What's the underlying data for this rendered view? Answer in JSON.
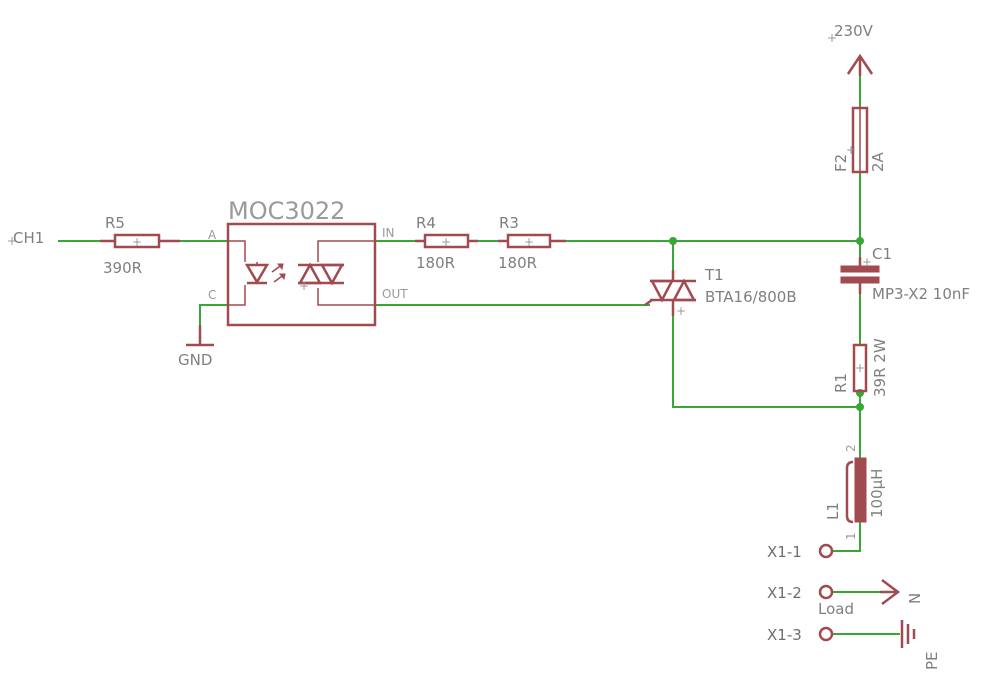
{
  "supply": {
    "label": "230V"
  },
  "input": {
    "label": "CH1"
  },
  "ground": {
    "label": "GND"
  },
  "opto": {
    "name": "MOC3022",
    "pin_a": "A",
    "pin_c": "C",
    "pin_in": "IN",
    "pin_out": "OUT"
  },
  "resistors": {
    "r5": {
      "name": "R5",
      "value": "390R"
    },
    "r4": {
      "name": "R4",
      "value": "180R"
    },
    "r3": {
      "name": "R3",
      "value": "180R"
    },
    "r1": {
      "name": "R1",
      "value": "39R 2W"
    }
  },
  "triac": {
    "name": "T1",
    "value": "BTA16/800B"
  },
  "fuse": {
    "name": "F2",
    "value": "2A"
  },
  "capacitor": {
    "name": "C1",
    "value": "MP3-X2 10nF"
  },
  "inductor": {
    "name": "L1",
    "value": "100µH",
    "pin1": "1",
    "pin2": "2"
  },
  "terminals": {
    "x1_1": "X1-1",
    "x1_2": "X1-2",
    "x1_3": "X1-3",
    "load_label": "Load",
    "neutral": "N",
    "protective_earth": "PE"
  },
  "colors": {
    "wire": "#39a736",
    "symbol": "#a14a4f",
    "text": "#7f7f7f"
  }
}
